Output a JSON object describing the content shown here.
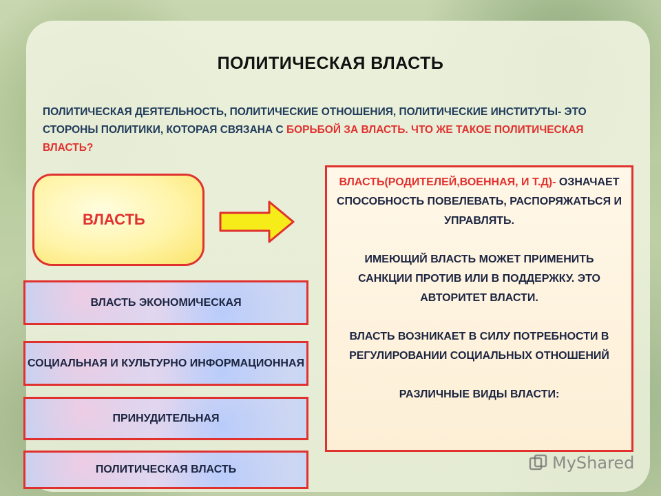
{
  "slide": {
    "title": "ПОЛИТИЧЕСКАЯ ВЛАСТЬ",
    "intro_part1": "ПОЛИТИЧЕСКАЯ ДЕЯТЕЛЬНОСТЬ, ПОЛИТИЧЕСКИЕ ОТНОШЕНИЯ, ПОЛИТИЧЕСКИЕ ИНСТИТУТЫ- ЭТО СТОРОНЫ  ПОЛИТИКИ, КОТОРАЯ СВЯЗАНА С ",
    "intro_highlight": "БОРЬБОЙ ЗА",
    "intro_part2": " ВЛАСТЬ. ЧТО ЖЕ ТАКОЕ ПОЛИТИЧЕСКАЯ ВЛАСТЬ?",
    "power_label": "ВЛАСТЬ",
    "definition": {
      "line1_red": "ВЛАСТЬ(РОДИТЕЛЕЙ,ВОЕННАЯ,  И Т.Д)-",
      "line1_rest": "ОЗНАЧАЕТ СПОСОБНОСТЬ ПОВЕЛЕВАТЬ, РАСПОРЯЖАТЬСЯ И УПРАВЛЯТЬ.",
      "para2": "ИМЕЮЩИЙ ВЛАСТЬ  МОЖЕТ ПРИМЕНИТЬ САНКЦИИ  ПРОТИВ ИЛИ В ПОДДЕРЖКУ. ЭТО  АВТОРИТЕТ ВЛАСТИ.",
      "para3": "ВЛАСТЬ ВОЗНИКАЕТ В СИЛУ ПОТРЕБНОСТИ В РЕГУЛИРОВАНИИ СОЦИАЛЬНЫХ ОТНОШЕНИЙ",
      "para4": "РАЗЛИЧНЫЕ ВИДЫ ВЛАСТИ:"
    },
    "kinds": [
      "ВЛАСТЬ  ЭКОНОМИЧЕСКАЯ",
      "СОЦИАЛЬНАЯ И КУЛЬТУРНО ИНФОРМАЦИОННАЯ",
      "ПРИНУДИТЕЛЬНАЯ",
      "ПОЛИТИЧЕСКАЯ ВЛАСТЬ"
    ],
    "watermark": "MyShared"
  },
  "colors": {
    "accent_red": "#e0312f",
    "text_dark": "#1b2440",
    "arrow_fill": "#f5ec1a"
  }
}
